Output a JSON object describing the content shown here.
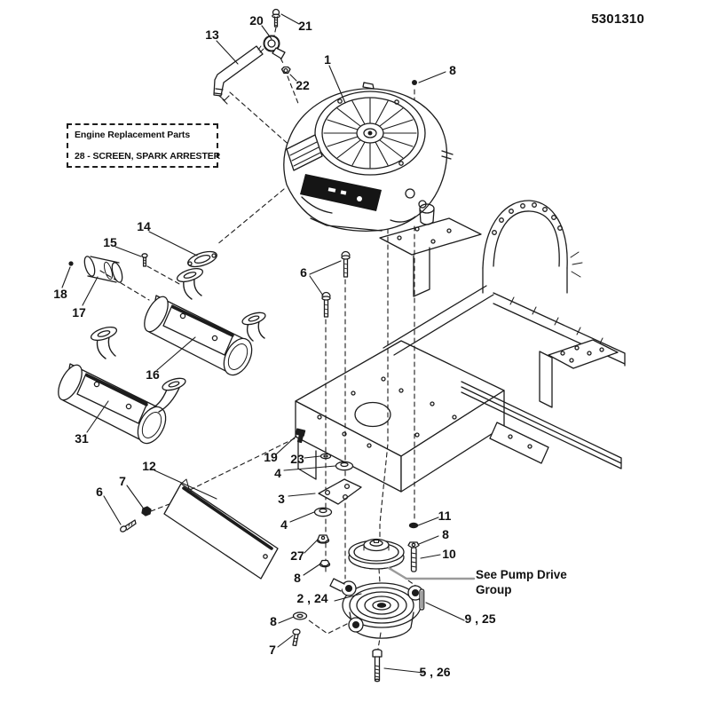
{
  "doc_number": "5301310",
  "note_box": {
    "line1": "Engine Replacement Parts",
    "line2": "28 - SCREEN, SPARK ARRESTER"
  },
  "pump_note": {
    "line1": "See Pump Drive",
    "line2": "Group"
  },
  "colors": {
    "ink": "#1c1c1c",
    "pump_leader": "#9a9a9a"
  },
  "callouts": [
    {
      "label": "20"
    },
    {
      "label": "21"
    },
    {
      "label": "13"
    },
    {
      "label": "22"
    },
    {
      "label": "1"
    },
    {
      "label": "8"
    },
    {
      "label": "14"
    },
    {
      "label": "15"
    },
    {
      "label": "18"
    },
    {
      "label": "17"
    },
    {
      "label": "16"
    },
    {
      "label": "31"
    },
    {
      "label": "6"
    },
    {
      "label": "19"
    },
    {
      "label": "23"
    },
    {
      "label": "4"
    },
    {
      "label": "3"
    },
    {
      "label": "4"
    },
    {
      "label": "12"
    },
    {
      "label": "7"
    },
    {
      "label": "6"
    },
    {
      "label": "27"
    },
    {
      "label": "8"
    },
    {
      "label": "11"
    },
    {
      "label": "8"
    },
    {
      "label": "10"
    },
    {
      "label": "2 , 24"
    },
    {
      "label": "9 , 25"
    },
    {
      "label": "8"
    },
    {
      "label": "7"
    },
    {
      "label": "5 , 26"
    }
  ]
}
